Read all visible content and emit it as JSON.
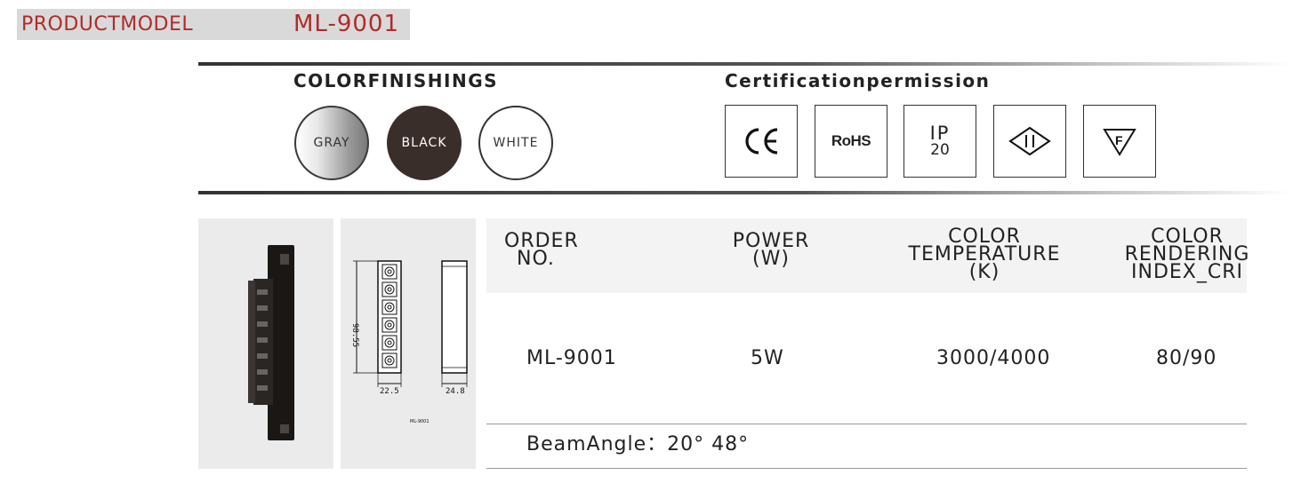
{
  "header": {
    "label": "PRODUCTMODEL",
    "model": "ML-9001"
  },
  "color_finishing": {
    "title": "COLORFINISHINGS",
    "swatches": [
      {
        "label": "GRAY",
        "color": "#9a9a9a"
      },
      {
        "label": "BLACK",
        "color": "#3a2e2b"
      },
      {
        "label": "WHITE",
        "color": "#ffffff"
      }
    ]
  },
  "certification": {
    "title": "Certificationpermission",
    "badges": [
      {
        "text": "CE",
        "icon": "ce-mark-icon"
      },
      {
        "text": "RoHS",
        "icon": "rohs-icon"
      },
      {
        "text_top": "IP",
        "text_bottom": "20",
        "icon": "ip20-icon"
      },
      {
        "icon": "diamond-two-bars-icon"
      },
      {
        "text": "F",
        "icon": "f-triangle-icon"
      }
    ]
  },
  "drawing": {
    "height_dim": "98.55",
    "width_dim": "22.5",
    "side_dim": "24.8",
    "caption": "ML-9001"
  },
  "table": {
    "headers": {
      "order": [
        "ORDER",
        "NO."
      ],
      "power": [
        "POWER",
        "(W)"
      ],
      "temp": [
        "COLOR",
        "TEMPERATURE",
        "(K)"
      ],
      "cri": [
        "COLOR",
        "RENDERING",
        "INDEX_CRI"
      ]
    },
    "row": {
      "order": "ML-9001",
      "power": "5W",
      "temp": "3000/4000",
      "cri": "80/90"
    },
    "beam_angle": "BeamAngle：20° 48°"
  }
}
